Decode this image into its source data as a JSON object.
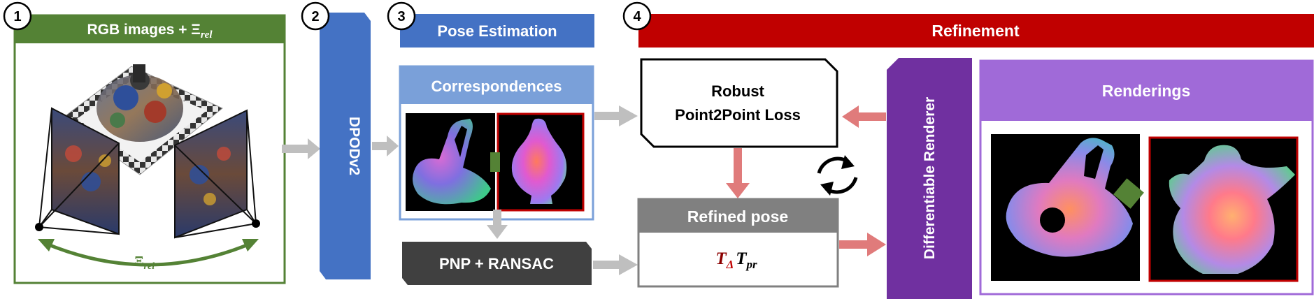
{
  "steps": [
    {
      "number": "1",
      "header": "RGB images + Ξ",
      "header_sub": "rel",
      "arc_label": "Ξ",
      "arc_sub": "rel"
    },
    {
      "number": "2",
      "label": "DPODv2"
    },
    {
      "number": "3",
      "header": "Pose Estimation",
      "panel_title": "Correspondences",
      "pnp_label": "PNP + RANSAC"
    },
    {
      "number": "4",
      "header": "Refinement",
      "loss_line1": "Robust",
      "loss_line2": "Point2Point Loss",
      "refined_title": "Refined pose",
      "renderer_label": "Differentiable Renderer",
      "renderings_title": "Renderings"
    }
  ],
  "formula": {
    "t1": "T",
    "s1": "Δ",
    "t2": "T",
    "s2": "pr"
  },
  "colors": {
    "green": "#548235",
    "blue": "#4472c4",
    "light_blue": "#7aa0d9",
    "red": "#c00000",
    "purple": "#7030a0",
    "lavender": "#a06ad8",
    "gray_arrow": "#bfbfbf",
    "dark_gray": "#404040",
    "mid_gray": "#808080",
    "pink_arrow": "#e07b7b",
    "dark_red": "#8b0000"
  },
  "icons": [
    "refresh-cycle-icon"
  ]
}
